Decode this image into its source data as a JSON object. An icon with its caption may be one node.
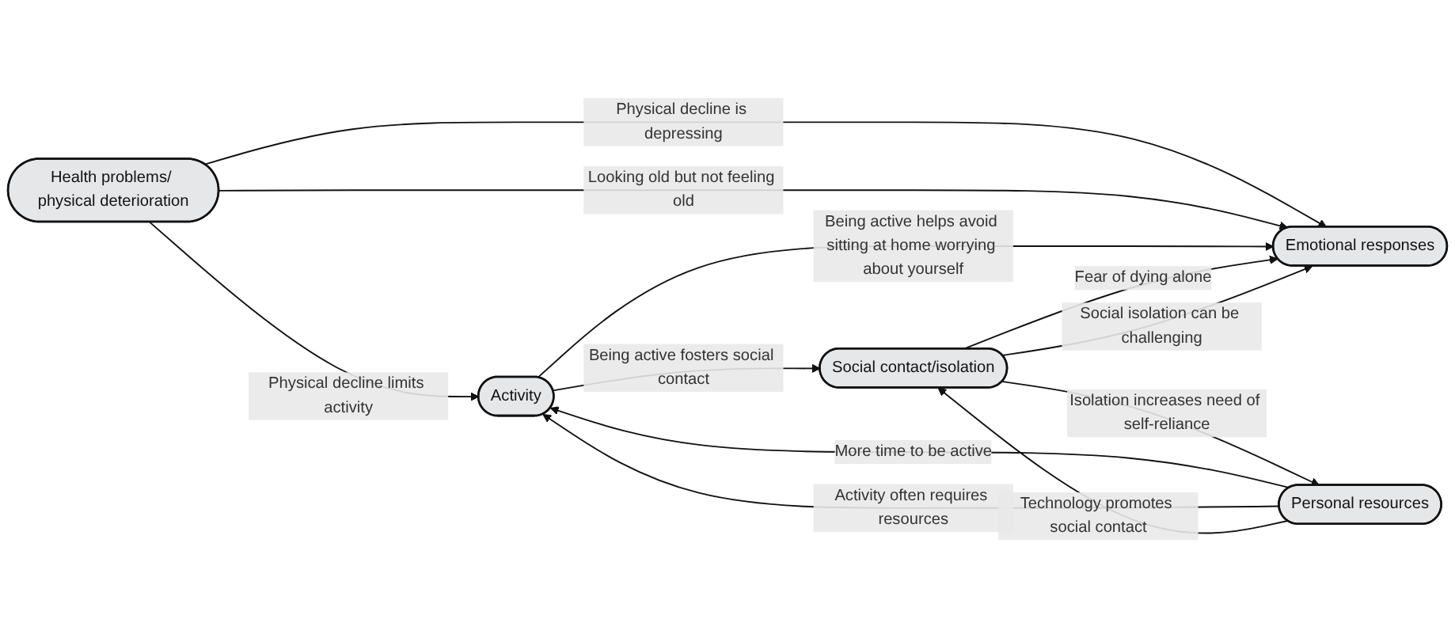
{
  "diagram": {
    "nodes": [
      {
        "text": [
          "Health problems/ physical deterioration"
        ]
      },
      {
        "text": [
          "Activity"
        ]
      },
      {
        "text": [
          "Emotional responses"
        ]
      },
      {
        "text": [
          "Personal resources"
        ]
      },
      {
        "text": [
          "Social contact/isolation"
        ]
      }
    ],
    "edges": [
      {
        "from": 0,
        "to": 1,
        "arrow": "to",
        "label": "Physical decline limits activity"
      },
      {
        "from": 0,
        "to": 2,
        "arrow": "to",
        "label": "Physical decline is depressing"
      },
      {
        "from": 0,
        "to": 2,
        "arrow": "to",
        "label": "Looking old but not feeling old"
      },
      {
        "from": 1,
        "to": 2,
        "arrow": "to",
        "label": "Being active helps avoid sitting at home worrying about yourself"
      },
      {
        "from": 3,
        "to": 1,
        "arrow": "to",
        "label": "More time to be active"
      },
      {
        "from": 3,
        "to": 1,
        "arrow": "to",
        "label": "Activity often requires resources"
      },
      {
        "from": 1,
        "to": 4,
        "arrow": "to",
        "label": "Being active fosters social contact"
      },
      {
        "from": 4,
        "to": 2,
        "arrow": "to",
        "label": "Fear of dying alone"
      },
      {
        "from": 4,
        "to": 2,
        "arrow": "to",
        "label": "Social isolation can be challenging"
      },
      {
        "from": 4,
        "to": 3,
        "arrow": "to",
        "label": "Isolation increases need of self-reliance"
      },
      {
        "from": 3,
        "to": 4,
        "arrow": "to",
        "label": "Technology promotes social contact"
      }
    ]
  }
}
